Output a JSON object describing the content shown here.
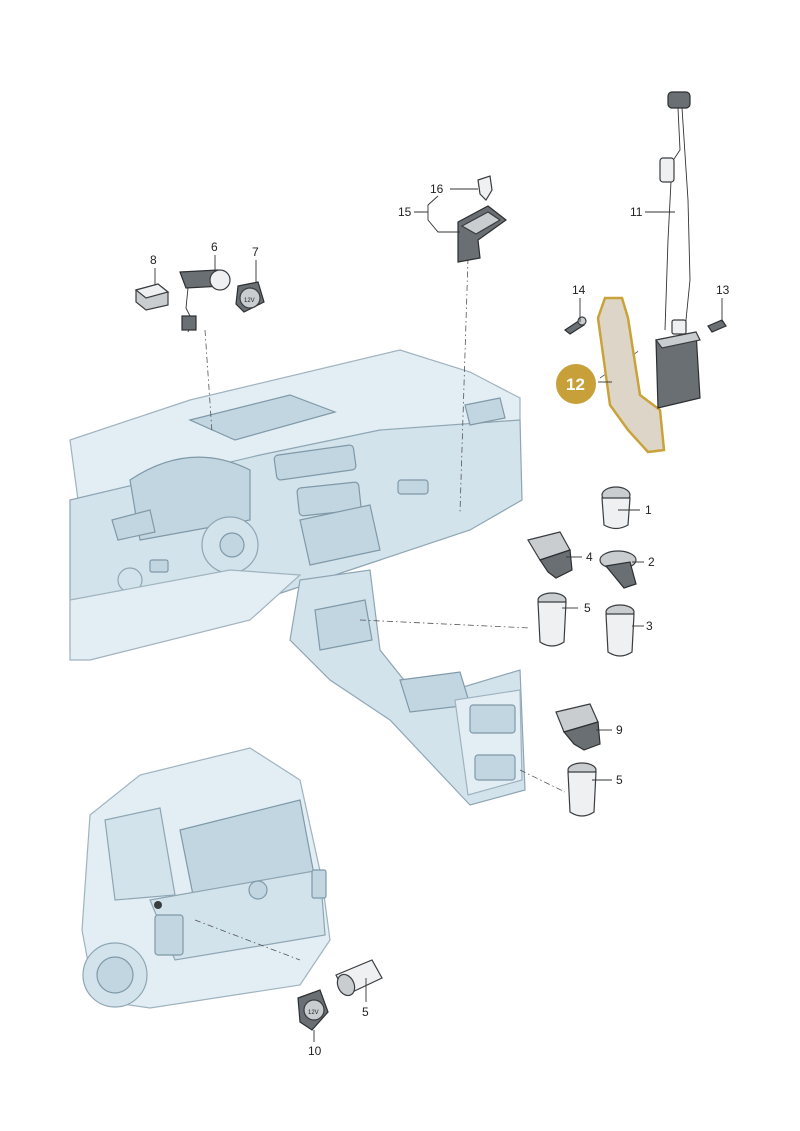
{
  "labels": {
    "p1": "1",
    "p2": "2",
    "p3": "3",
    "p4": "4",
    "p5a": "5",
    "p5b": "5",
    "p5c": "5",
    "p6": "6",
    "p7": "7",
    "p8": "8",
    "p9": "9",
    "p10": "10",
    "p11": "11",
    "p12": "12",
    "p13": "13",
    "p14": "14",
    "p15": "15",
    "p16": "16"
  },
  "socket_text": {
    "s12v_a": "12V",
    "s12v_b": "12V"
  },
  "colors": {
    "highlight": "#c8a03a",
    "interior": "#e3eef4",
    "parts": "#6a6f73"
  }
}
